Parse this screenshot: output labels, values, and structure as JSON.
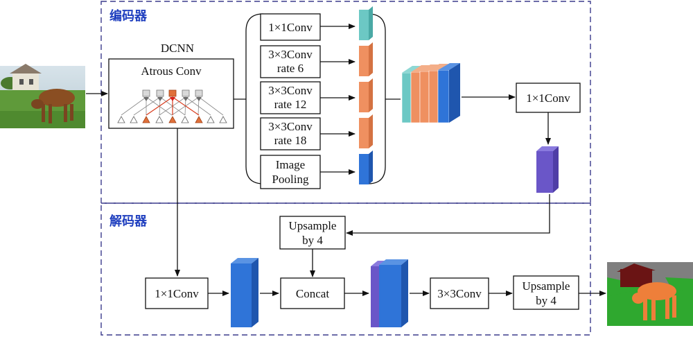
{
  "sections": {
    "encoder": "编码器",
    "decoder": "解码器"
  },
  "dcnn": {
    "title": "DCNN",
    "atrous_label": "Atrous Conv"
  },
  "aspp": {
    "conv1x1": "1×1Conv",
    "conv3_rate6_l1": "3×3Conv",
    "conv3_rate6_l2": "rate 6",
    "conv3_rate12_l1": "3×3Conv",
    "conv3_rate12_l2": "rate 12",
    "conv3_rate18_l1": "3×3Conv",
    "conv3_rate18_l2": "rate 18",
    "pool_l1": "Image",
    "pool_l2": "Pooling"
  },
  "encoder_out": {
    "conv1x1": "1×1Conv"
  },
  "decoder": {
    "upsample1_l1": "Upsample",
    "upsample1_l2": "by 4",
    "conv1x1": "1×1Conv",
    "concat": "Concat",
    "conv3x3": "3×3Conv",
    "upsample2_l1": "Upsample",
    "upsample2_l2": "by 4"
  },
  "colors": {
    "teal": "#6cc8c4",
    "orange": "#ef9060",
    "blue": "#2f74d8",
    "purple": "#6a56c8",
    "section_title": "#1f3fbf",
    "dash": "#3a3a8c"
  }
}
